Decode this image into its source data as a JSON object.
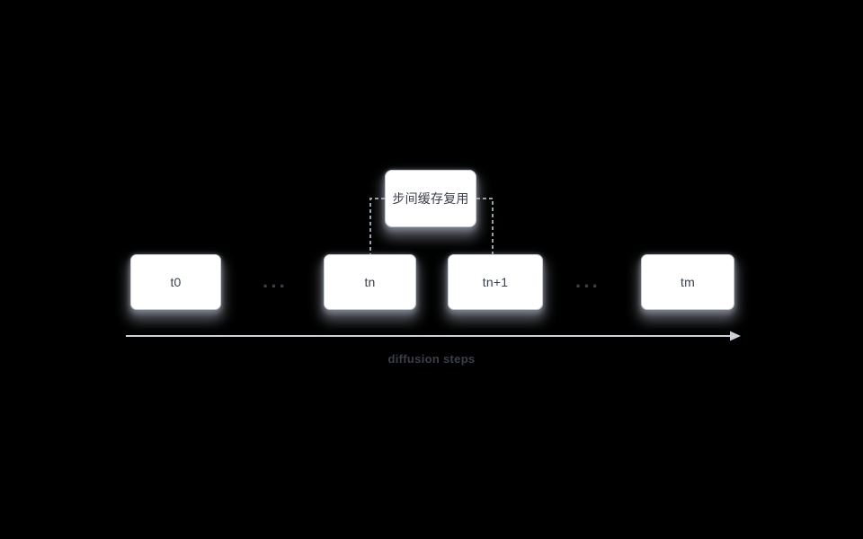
{
  "diagram": {
    "cache_box": {
      "label": "步间缓存复用"
    },
    "steps": [
      {
        "label": "t0"
      },
      {
        "label": "tn"
      },
      {
        "label": "tn+1"
      },
      {
        "label": "tm"
      }
    ],
    "ellipsis": "···",
    "timeline_label": "diffusion steps",
    "colors": {
      "bg": "#000000",
      "box_bg": "#ffffff",
      "box_border": "#c7cbd3",
      "text": "#3a3f4a",
      "dash": "#9aa0a9",
      "timeline": "#ccd1d8",
      "shadow": "#a9b0be"
    }
  }
}
